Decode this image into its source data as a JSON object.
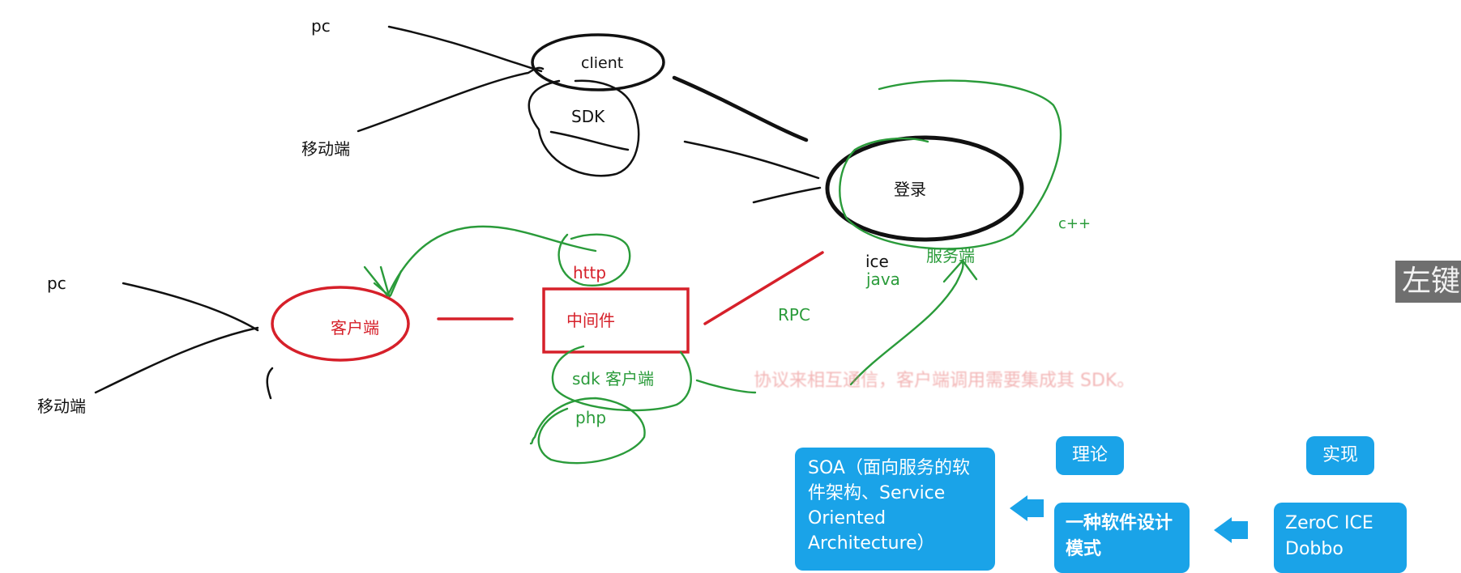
{
  "diagram": {
    "top": {
      "pc": "pc",
      "mobile": "移动端",
      "client": "client",
      "sdk": "SDK",
      "login": "登录"
    },
    "server": {
      "ice": "ice",
      "java": "java",
      "server_label": "服务端",
      "cpp": "c++",
      "rpc": "RPC"
    },
    "bottom": {
      "pc": "pc",
      "mobile": "移动端",
      "client": "客户端",
      "http": "http",
      "middleware": "中间件",
      "sdk_client": "sdk 客户端",
      "php": "php"
    },
    "faded_text": "协议来相互通信，客户端调用需要集成其 SDK。"
  },
  "flow": {
    "soa": "SOA（面向服务的软件架构、Service Oriented Architecture）",
    "theory_label": "理论",
    "design_pattern": "一种软件设计模式",
    "impl_label": "实现",
    "impl": "ZeroC ICE Dobbo"
  },
  "overlay": {
    "left_key": "左键"
  },
  "colors": {
    "red": "#d6202a",
    "green": "#2a9b3a",
    "blue": "#1aa3e8",
    "black": "#111111"
  }
}
